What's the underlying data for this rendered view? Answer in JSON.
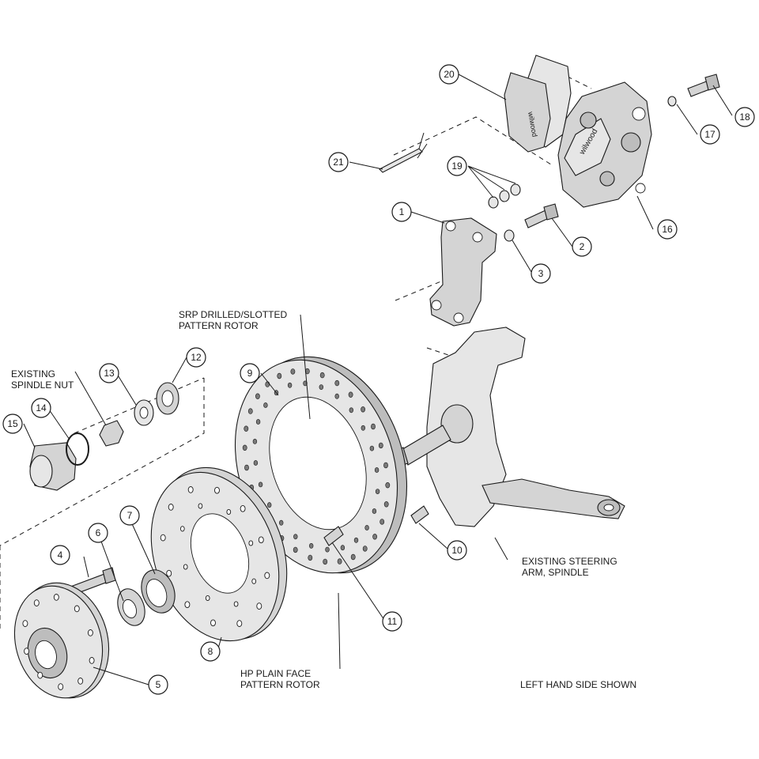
{
  "callouts": [
    {
      "id": "1",
      "label": "1"
    },
    {
      "id": "2",
      "label": "2"
    },
    {
      "id": "3",
      "label": "3"
    },
    {
      "id": "4",
      "label": "4"
    },
    {
      "id": "5",
      "label": "5"
    },
    {
      "id": "6",
      "label": "6"
    },
    {
      "id": "7",
      "label": "7"
    },
    {
      "id": "8",
      "label": "8"
    },
    {
      "id": "9",
      "label": "9"
    },
    {
      "id": "10",
      "label": "10"
    },
    {
      "id": "11",
      "label": "11"
    },
    {
      "id": "12",
      "label": "12"
    },
    {
      "id": "13",
      "label": "13"
    },
    {
      "id": "14",
      "label": "14"
    },
    {
      "id": "15",
      "label": "15"
    },
    {
      "id": "16",
      "label": "16"
    },
    {
      "id": "17",
      "label": "17"
    },
    {
      "id": "18",
      "label": "18"
    },
    {
      "id": "19",
      "label": "19"
    },
    {
      "id": "20",
      "label": "20"
    },
    {
      "id": "21",
      "label": "21"
    }
  ],
  "notes": {
    "srp_line1": "SRP DRILLED/SLOTTED",
    "srp_line2": "PATTERN ROTOR",
    "existing_nut_line1": "EXISTING",
    "existing_nut_line2": "SPINDLE NUT",
    "steering_line1": "EXISTING STEERING",
    "steering_line2": "ARM, SPINDLE",
    "hp_line1": "HP PLAIN FACE",
    "hp_line2": "PATTERN ROTOR",
    "side_shown": "LEFT HAND SIDE SHOWN"
  },
  "brand": {
    "logo_text": "wilwood"
  }
}
